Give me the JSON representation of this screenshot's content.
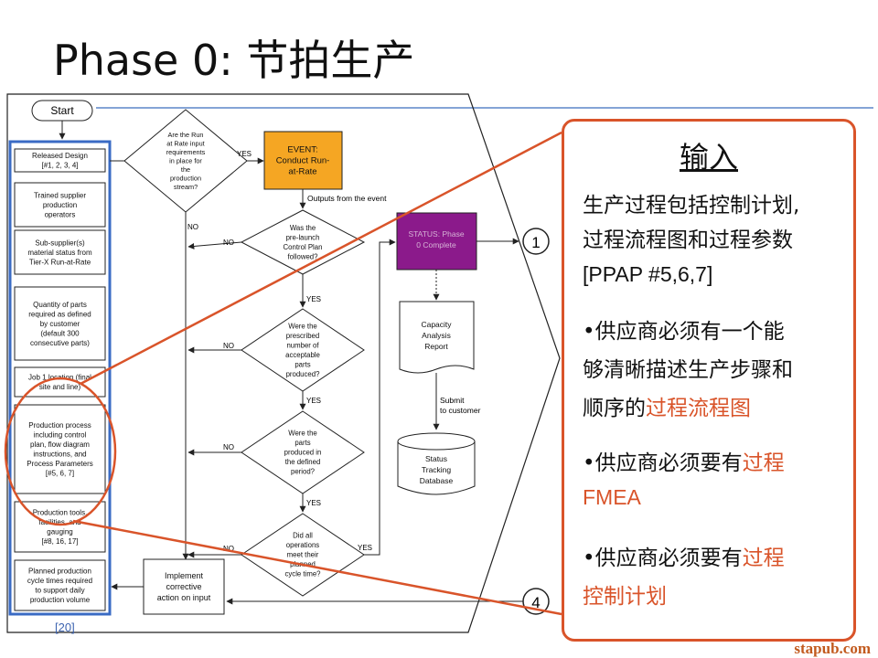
{
  "title": "Phase 0: 节拍生产",
  "reference": "[20]",
  "watermark": "stapub.com",
  "colors": {
    "accent": "#d9542a",
    "event_box": "#f5a623",
    "status_box": "#8b1a8b",
    "inputs_border": "#3a6bc4",
    "line_blue": "#5b86c9"
  },
  "flow": {
    "start": "Start",
    "inputs": [
      [
        "Released Design",
        "[#1, 2, 3, 4]"
      ],
      [
        "Trained supplier",
        "production",
        "operators"
      ],
      [
        "Sub-supplier(s)",
        "material status from",
        "Tier-X Run-at-Rate"
      ],
      [
        "Quantity of parts",
        "required as defined",
        "by customer",
        "(default 300",
        "consecutive parts)"
      ],
      [
        "Job 1 location (final",
        "site and line)"
      ],
      [
        "Production process",
        "including control",
        "plan, flow diagram",
        "instructions, and",
        "Process Parameters",
        "[#5, 6, 7]"
      ],
      [
        "Production tools,",
        "facilities, and",
        "gauging",
        "[#8, 16, 17]"
      ],
      [
        "Planned production",
        "cycle times required",
        "to support daily",
        "production volume"
      ]
    ],
    "decision_top": [
      "Are the Run",
      "at Rate input",
      "requirements",
      "in place for",
      "the",
      "production",
      "stream?"
    ],
    "event": [
      "EVENT:",
      "Conduct Run-",
      "at-Rate"
    ],
    "outputs_label": "Outputs from the event",
    "decisions": [
      [
        "Was the",
        "pre-launch",
        "Control Plan",
        "followed?"
      ],
      [
        "Were the",
        "prescribed",
        "number of",
        "acceptable",
        "parts",
        "produced?"
      ],
      [
        "Were the",
        "parts",
        "produced in",
        "the defined",
        "period?"
      ],
      [
        "Did all",
        "operations",
        "meet their",
        "planned",
        "cycle time?"
      ]
    ],
    "yes": "YES",
    "no": "NO",
    "status": [
      "STATUS: Phase",
      "0 Complete"
    ],
    "report": [
      "Capacity",
      "Analysis",
      "Report"
    ],
    "submit": [
      "Submit",
      "to customer"
    ],
    "database": [
      "Status",
      "Tracking",
      "Database"
    ],
    "corrective": [
      "Implement",
      "corrective",
      "action on input"
    ],
    "circle1": "1",
    "circle4": "4"
  },
  "panel": {
    "heading": "输入",
    "l1": "生产过程包括控制计划,",
    "l2": "过程流程图和过程参数",
    "l3": "[PPAP #5,6,7]",
    "b1a": "•供应商必须有一个能",
    "b1b": "够清晰描述生产步骤和",
    "b1c_pre": "顺序的",
    "b1c_hl": "过程流程图",
    "b2a_pre": "•供应商必须要有",
    "b2a_hl": "过程",
    "b2b_hl": "FMEA",
    "b3a_pre": "•供应商必须要有",
    "b3a_hl": "过程",
    "b3b_hl": "控制计划"
  }
}
